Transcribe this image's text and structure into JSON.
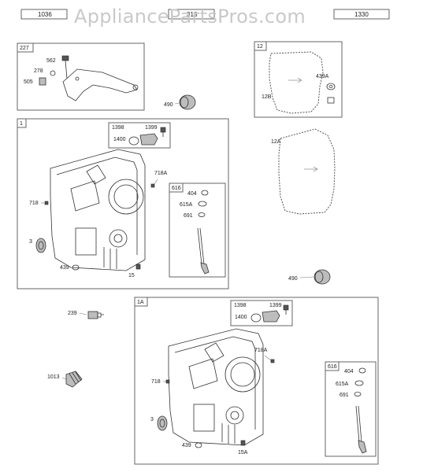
{
  "watermark": "AppliancePartsPros.com",
  "header_tags": [
    "1036",
    "316",
    "1330"
  ],
  "groups": {
    "bracket": {
      "id": "227",
      "parts": [
        "562",
        "278",
        "505"
      ]
    },
    "gasket_kit": {
      "id": "12",
      "parts": [
        "12B",
        "439A"
      ]
    },
    "crankcase_1": {
      "id": "1",
      "parts": [
        "718A",
        "718",
        "3",
        "439",
        "15"
      ],
      "subkit_breather": {
        "parts": [
          "1398",
          "1399",
          "1400"
        ]
      },
      "subkit_dipstick": {
        "id": "616",
        "parts": [
          "404",
          "615A",
          "691"
        ]
      }
    },
    "crankcase_1a": {
      "id": "1A",
      "parts": [
        "718A",
        "718",
        "3",
        "439",
        "15A"
      ],
      "subkit_breather": {
        "parts": [
          "1398",
          "1399",
          "1400"
        ]
      },
      "subkit_dipstick": {
        "id": "616",
        "parts": [
          "404",
          "615A",
          "691"
        ]
      }
    }
  },
  "loose_parts": {
    "bearing_top": "490",
    "gasket_12a": "12A",
    "bearing_bottom": "490",
    "sensor": "239",
    "filter": "1013"
  }
}
